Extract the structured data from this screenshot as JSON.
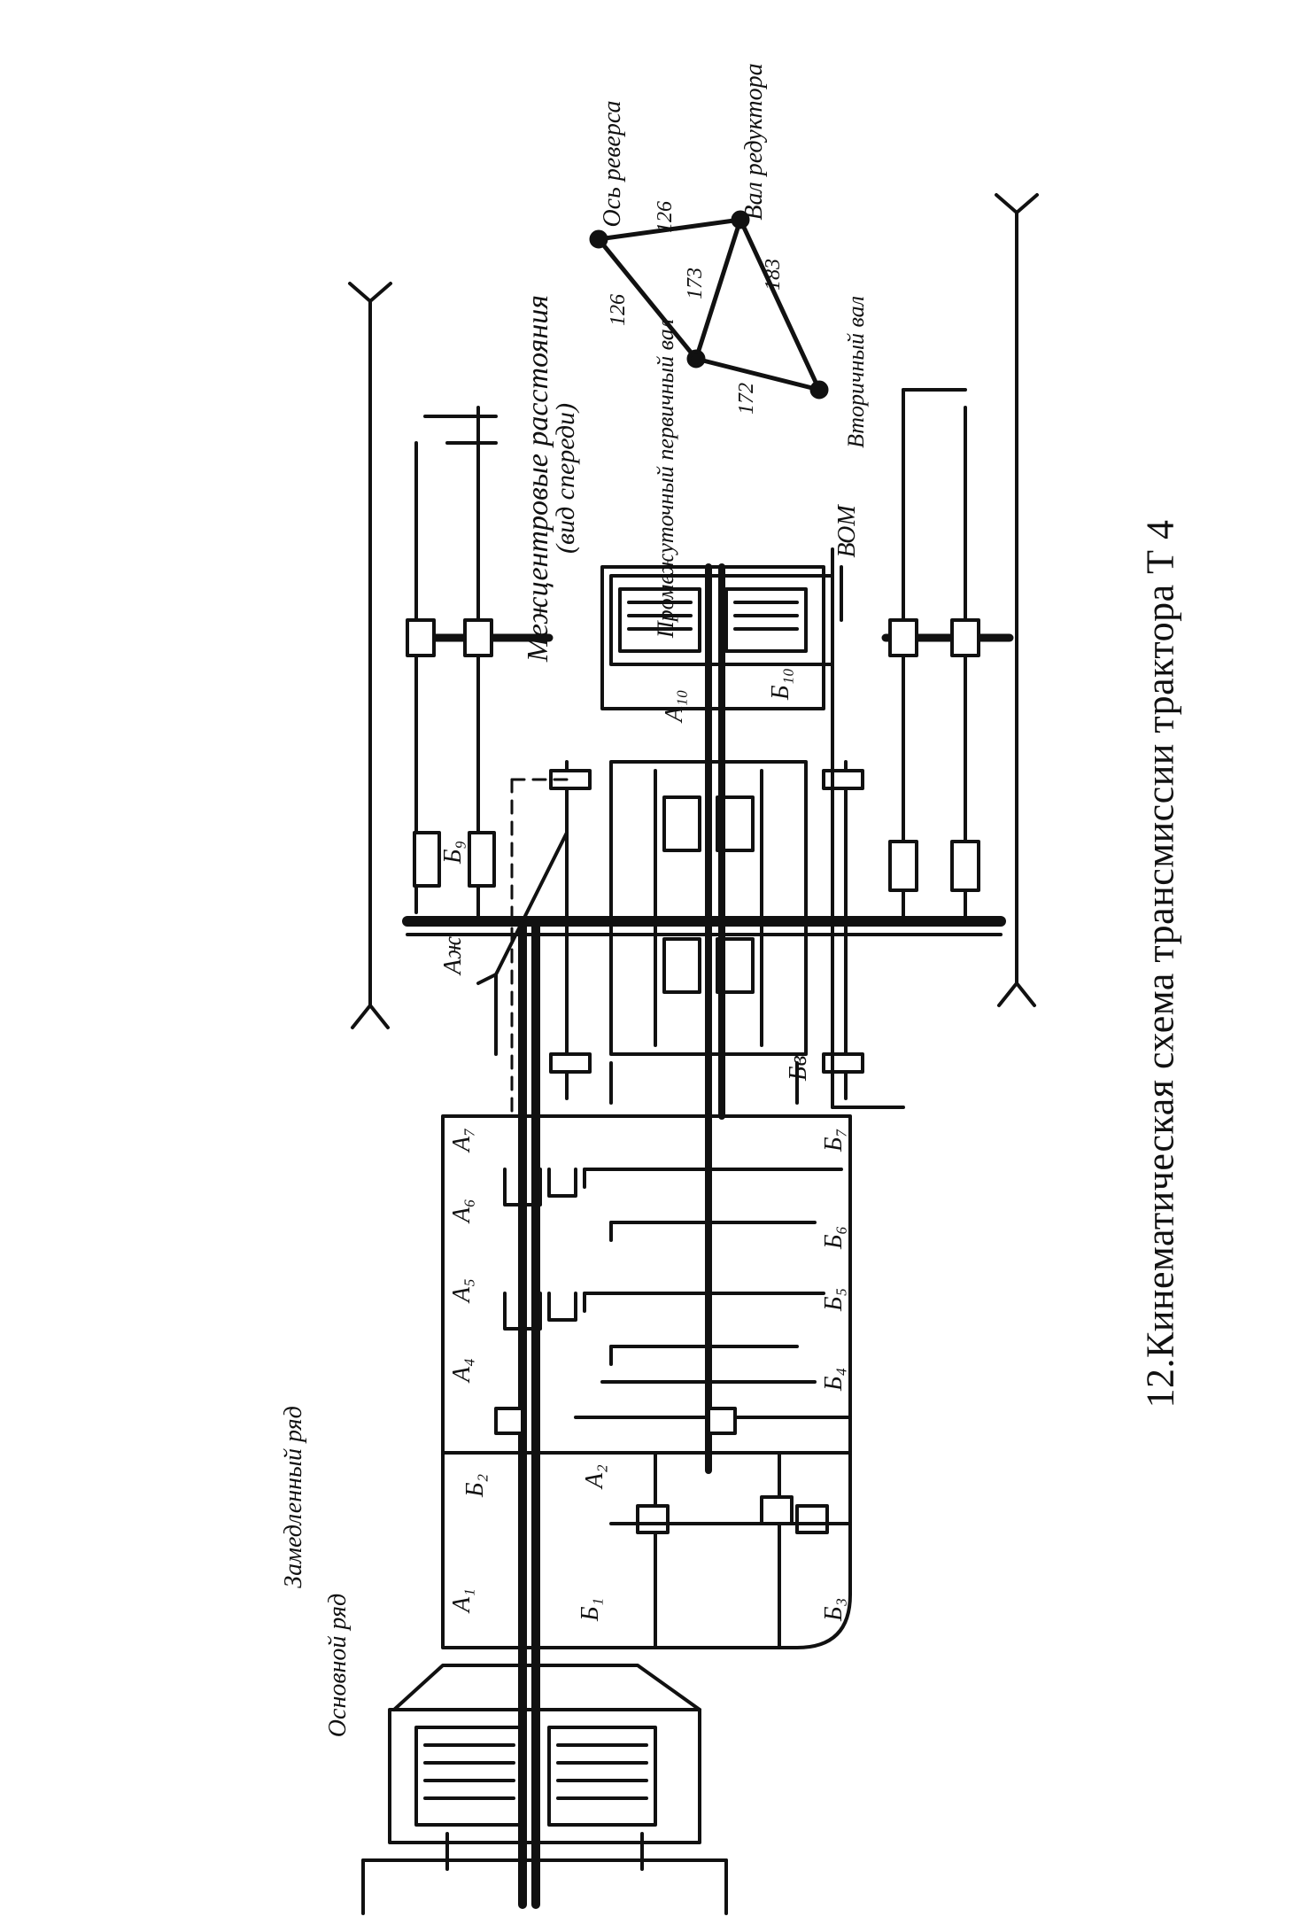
{
  "caption": "12.Кинематическая схема трансмиссии трактора Т 4",
  "distances": {
    "title_line1": "Межцентровые расстояния",
    "title_line2": "(вид спереди)",
    "nodes": {
      "reverse_axis": "Ось реверса",
      "reducer_shaft": "Вал редуктора",
      "intermediate_shaft": "Промежуточный первичный вал",
      "secondary_shaft": "Вторичный вал"
    },
    "edges": {
      "reverse_to_reducer": "126",
      "reverse_to_intermediate": "126",
      "intermediate_to_reducer": "173",
      "reducer_to_secondary": "183",
      "intermediate_to_secondary": "172"
    }
  },
  "labels": {
    "vom": "ВОМ",
    "main_range": "Основной ряд",
    "slow_range": "Замедленный ряд",
    "a1": "A₁",
    "a2": "A₂",
    "a4": "A₄",
    "a5": "A₅",
    "a6": "A₆",
    "a7": "A₇",
    "b1": "Б₁",
    "b2": "Б₂",
    "b3": "Б₃",
    "b4": "Б₄",
    "b5": "Б₅",
    "b6": "Б₆",
    "b7": "Б₇",
    "b9": "Б₉",
    "ak": "Aж",
    "bb": "Бв",
    "a10": "A₁₀",
    "b10": "Б₁₀"
  }
}
